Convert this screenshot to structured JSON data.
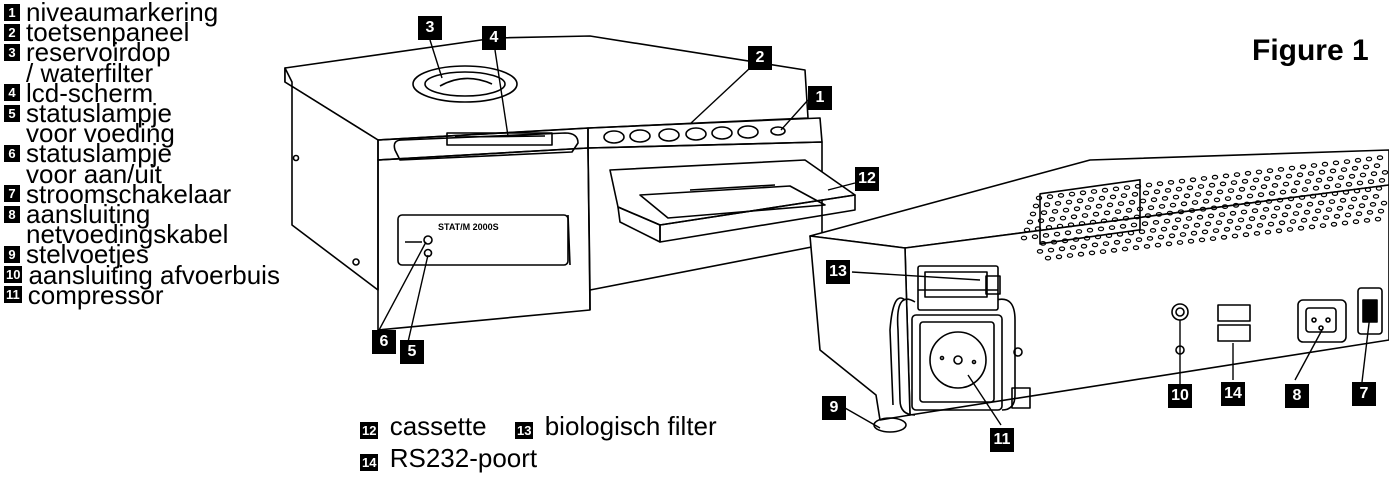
{
  "figure_title": "Figure 1",
  "legend_left": [
    {
      "num": "1",
      "lines": [
        "niveaumarkering"
      ]
    },
    {
      "num": "2",
      "lines": [
        "toetsenpaneel"
      ]
    },
    {
      "num": "3",
      "lines": [
        "reservoirdop",
        "/ waterfilter"
      ]
    },
    {
      "num": "4",
      "lines": [
        "lcd-scherm"
      ]
    },
    {
      "num": "5",
      "lines": [
        "statuslampje",
        "voor voeding"
      ]
    },
    {
      "num": "6",
      "lines": [
        "statuslampje",
        "voor aan/uit"
      ]
    },
    {
      "num": "7",
      "lines": [
        "stroomschakelaar"
      ]
    },
    {
      "num": "8",
      "lines": [
        "aansluiting",
        "netvoedingskabel"
      ]
    },
    {
      "num": "9",
      "lines": [
        "stelvoetjes"
      ]
    },
    {
      "num": "10",
      "lines": [
        "aansluiting afvoerbuis"
      ]
    },
    {
      "num": "11",
      "lines": [
        "compressor"
      ]
    }
  ],
  "legend_bottom": {
    "row1": [
      {
        "num": "12",
        "label": "cassette"
      },
      {
        "num": "13",
        "label": "biologisch filter"
      }
    ],
    "row2": [
      {
        "num": "14",
        "label": "RS232-poort"
      }
    ]
  },
  "device_label": "STAT/M 2000S",
  "callouts": {
    "c1": "1",
    "c2": "2",
    "c3": "3",
    "c4": "4",
    "c5": "5",
    "c6": "6",
    "c7": "7",
    "c8": "8",
    "c9": "9",
    "c10": "10",
    "c11": "11",
    "c12": "12",
    "c13": "13",
    "c14": "14"
  }
}
